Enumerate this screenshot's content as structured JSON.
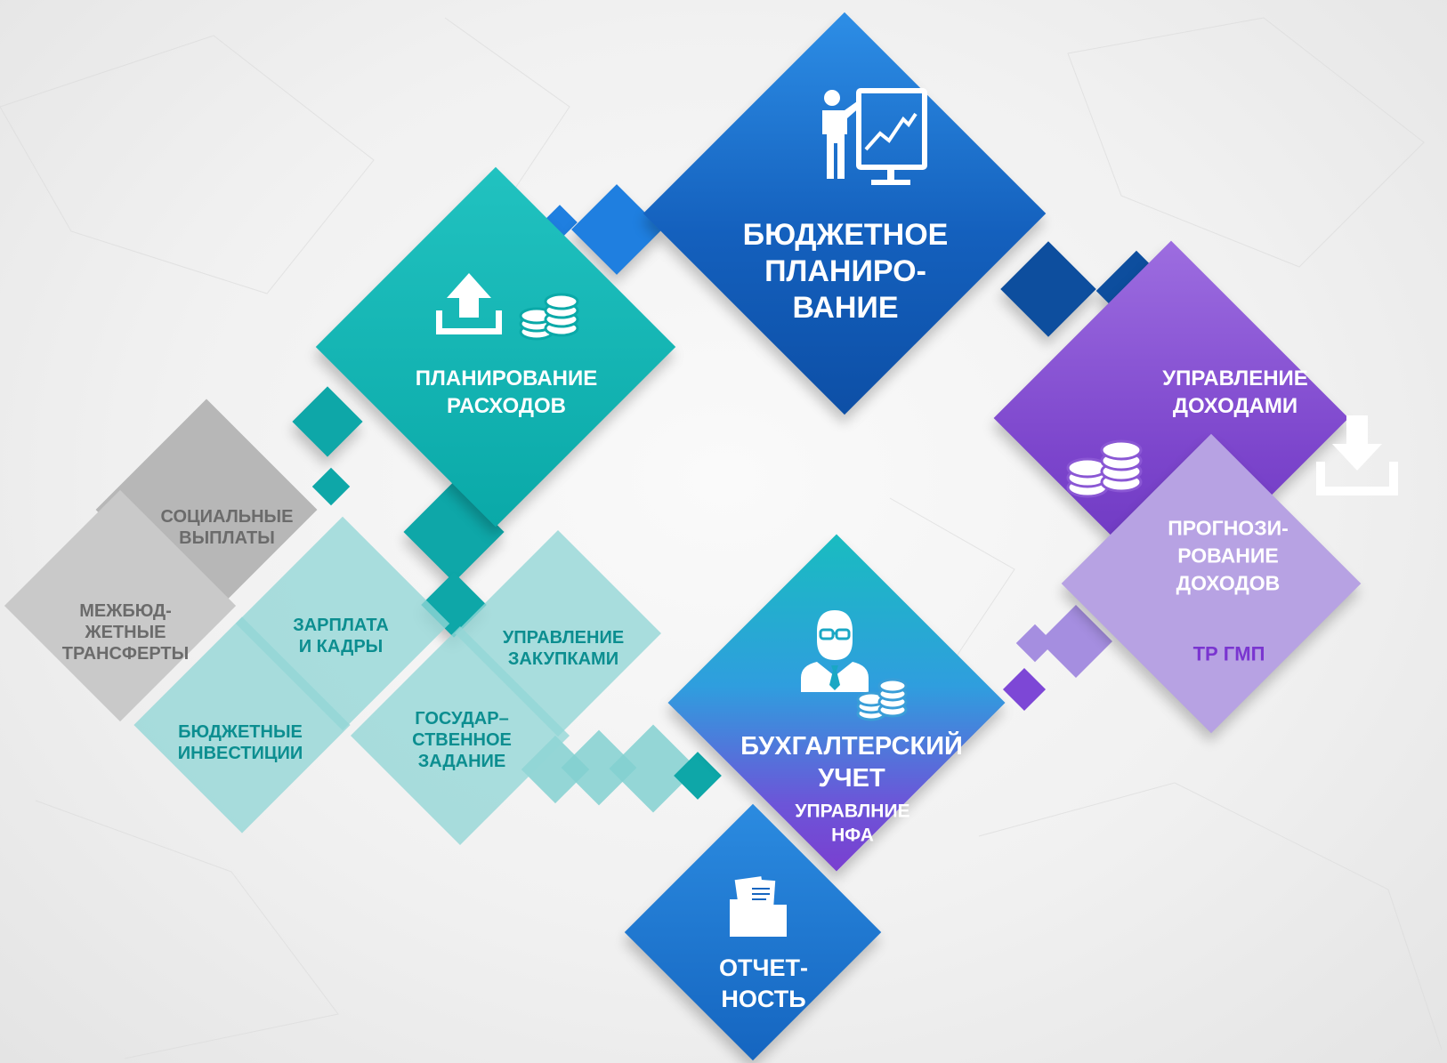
{
  "nodes": {
    "budget_planning": "БЮДЖЕТНОЕ\nПЛАНИРО-\nВАНИЕ",
    "expense_planning": "ПЛАНИРОВАНИЕ\nРАСХОДОВ",
    "income_management": "УПРАВЛЕНИЕ\nДОХОДАМИ",
    "income_forecasting": "ПРОГНОЗИ-\nРОВАНИЕ\nДОХОДОВ",
    "tr_gmp": "ТР ГМП",
    "social_payments": "СОЦИАЛЬНЫЕ\nВЫПЛАТЫ",
    "interbudget_transfers": "МЕЖБЮД-\nЖЕТНЫЕ\nТРАНСФЕРТЫ",
    "salary_staff": "ЗАРПЛАТА\nИ КАДРЫ",
    "procurement": "УПРАВЛЕНИЕ\nЗАКУПКАМИ",
    "budget_investments": "БЮДЖЕТНЫЕ\nИНВЕСТИЦИИ",
    "state_assignment": "ГОСУДАР–\nСТВЕННОЕ\nЗАДАНИЕ",
    "accounting": "БУХГАЛТЕРСКИЙ\nУЧЕТ",
    "nfa_management": "УПРАВЛНИЕ\nНФА",
    "reporting": "ОТЧЕТ-\nНОСТЬ"
  },
  "icons": {
    "budget_planning": "presenter-chart-icon",
    "expense_planning": [
      "upload-icon",
      "coins-icon"
    ],
    "income_management": [
      "coins-icon",
      "download-icon"
    ],
    "accounting": [
      "accountant-icon",
      "coins-icon"
    ],
    "reporting": "folder-documents-icon"
  },
  "colors": {
    "teal": "#0ea7a8",
    "light_teal": "#92d6d6",
    "gray": "#b7b7b7",
    "blue": "#1460bd",
    "purple": "#7c45cc",
    "light_purple": "#b7a2e3"
  }
}
